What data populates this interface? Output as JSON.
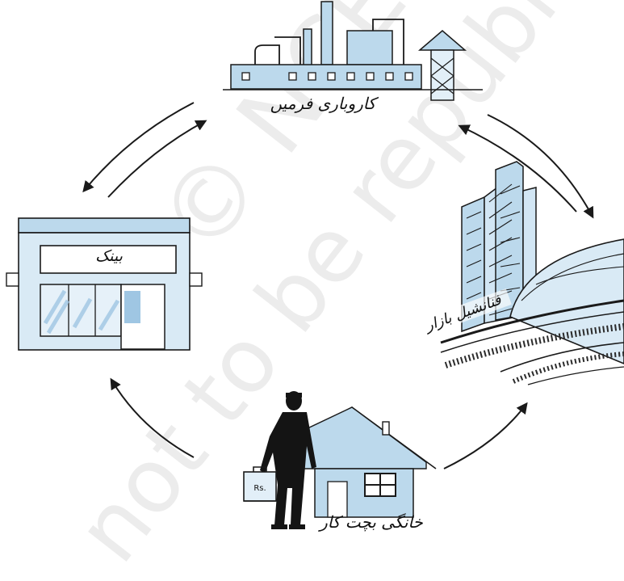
{
  "labels": {
    "business_firms": "کاروباری فرمیں",
    "bank": "بینک",
    "financial_market": "فنانشیل بازار",
    "household_savers": "خانگی بچت کار",
    "cash_case": "Rs."
  },
  "watermark": {
    "line1": "© NCERT",
    "line2": "not to be republished"
  },
  "colors": {
    "building_fill": "#bcd9ec",
    "building_light": "#e2eff8",
    "outline": "#1a1a1a",
    "person": "#141414"
  }
}
